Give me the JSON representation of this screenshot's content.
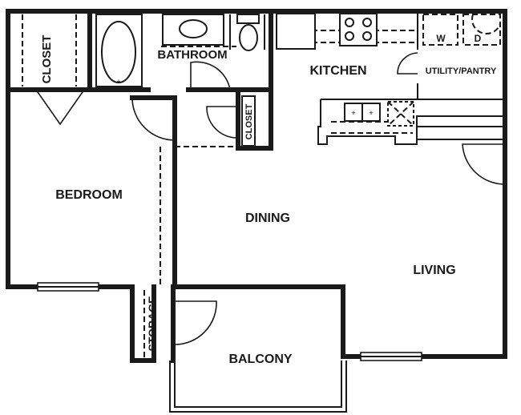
{
  "rooms": {
    "closet_left": "CLOSET",
    "bathroom": "BATHROOM",
    "kitchen": "KITCHEN",
    "utility_pantry": "UTILITY/PANTRY",
    "closet_hall": "CLOSET",
    "bedroom": "BEDROOM",
    "dining": "DINING",
    "living": "LIVING",
    "storage": "STORAGE",
    "balcony": "BALCONY"
  },
  "appliances": {
    "washer": "W",
    "dryer": "D"
  },
  "colors": {
    "ink": "#1a1a1a",
    "background": "#ffffff"
  }
}
